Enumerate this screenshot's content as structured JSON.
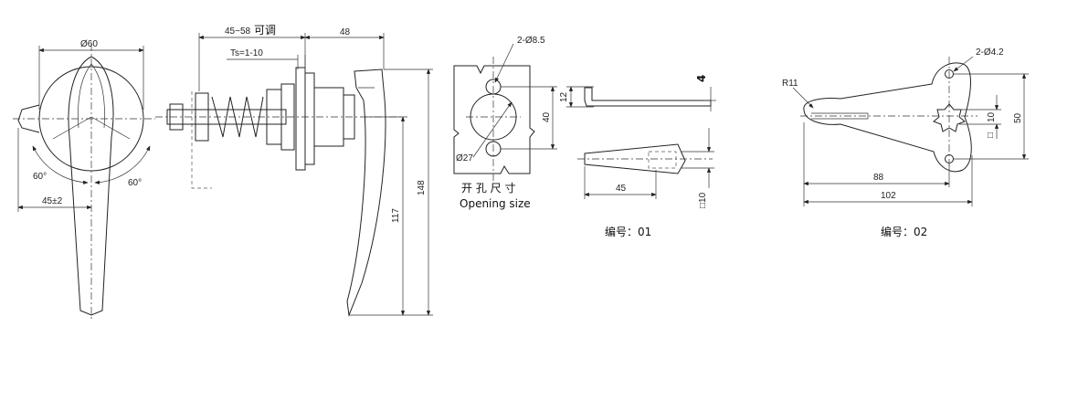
{
  "view1": {
    "dia": "Ø60",
    "width": "45±2",
    "angle_left": "60°",
    "angle_right": "60°"
  },
  "view2": {
    "adj": "45~58",
    "adj_cn": "可调",
    "ts": "Ts=1-10",
    "len48": "48",
    "h148": "148",
    "h117": "117"
  },
  "cutout": {
    "holes": "2-Ø8.5",
    "main": "Ø27",
    "h40": "40",
    "label_cn": "开 孔 尺 寸",
    "label_en": "Opening size"
  },
  "part01": {
    "t4": "4",
    "h12": "12",
    "w45": "45",
    "sq10": "□10",
    "label": "编号：01"
  },
  "part02": {
    "holes": "2-Ø4.2",
    "r": "R11",
    "h10": "10",
    "sq": "□",
    "h50": "50",
    "w88": "88",
    "w102": "102",
    "label": "编号：02"
  }
}
